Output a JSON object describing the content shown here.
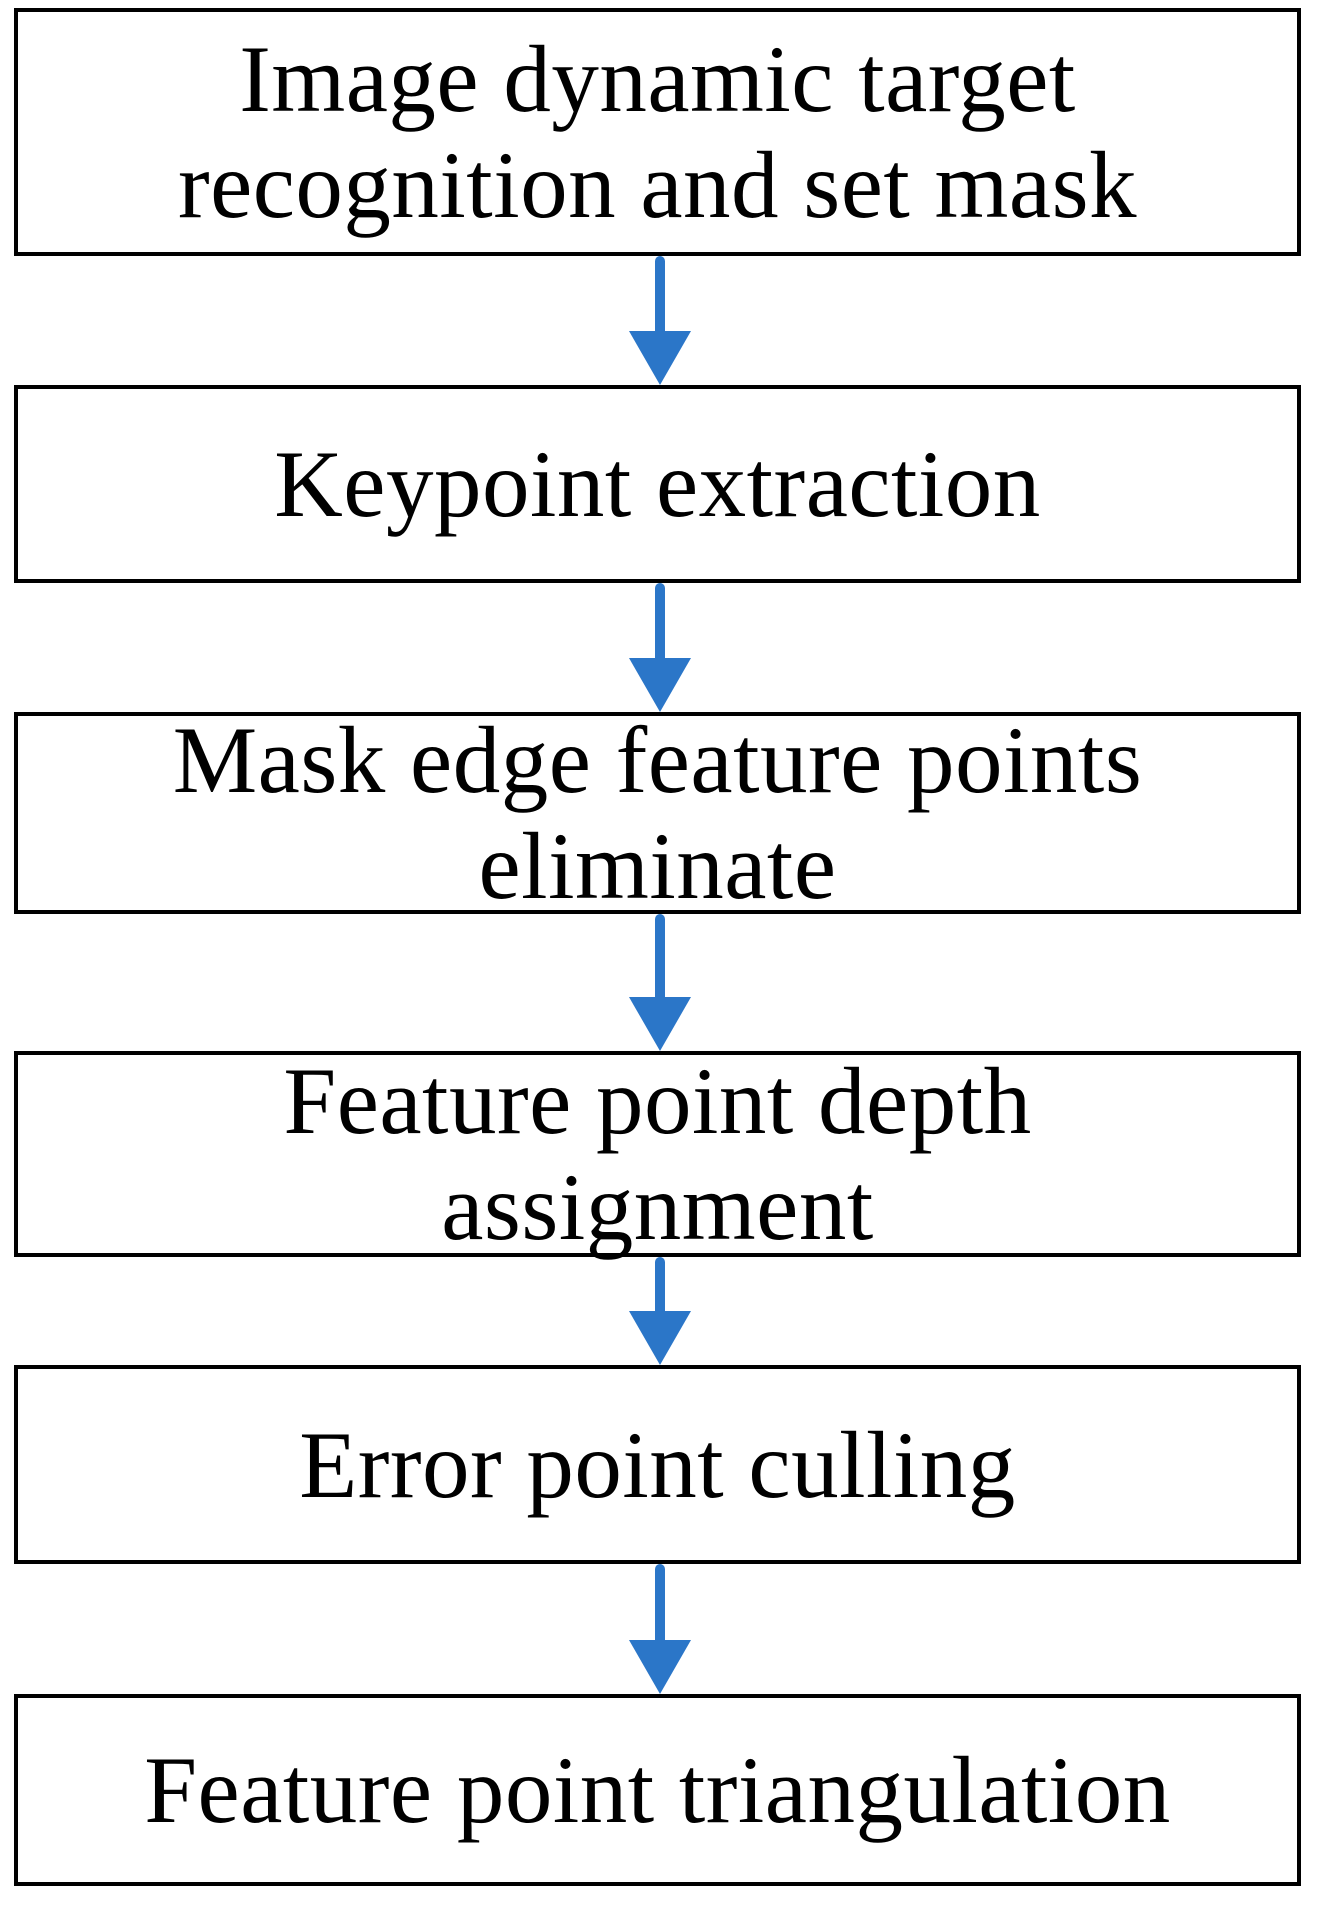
{
  "figure": {
    "type": "flowchart",
    "direction": "top-down",
    "background_color": "#FFFFFF",
    "box_border_color": "#000000",
    "text_color": "#000000",
    "arrow_color": "#2B76C8",
    "steps": [
      {
        "id": 1,
        "label": "Image dynamic target recognition and set mask",
        "lines": [
          "Image dynamic target",
          "recognition and set mask"
        ]
      },
      {
        "id": 2,
        "label": "Keypoint extraction",
        "lines": [
          "Keypoint extraction"
        ]
      },
      {
        "id": 3,
        "label": "Mask edge feature points eliminate",
        "lines": [
          "Mask edge feature points",
          "eliminate"
        ]
      },
      {
        "id": 4,
        "label": "Feature point depth assignment",
        "lines": [
          "Feature point depth",
          "assignment"
        ]
      },
      {
        "id": 5,
        "label": "Error point culling",
        "lines": [
          "Error point culling"
        ]
      },
      {
        "id": 6,
        "label": "Feature point triangulation",
        "lines": [
          "Feature point triangulation"
        ]
      }
    ],
    "connections": [
      {
        "from": 1,
        "to": 2
      },
      {
        "from": 2,
        "to": 3
      },
      {
        "from": 3,
        "to": 4
      },
      {
        "from": 4,
        "to": 5
      },
      {
        "from": 5,
        "to": 6
      }
    ]
  }
}
